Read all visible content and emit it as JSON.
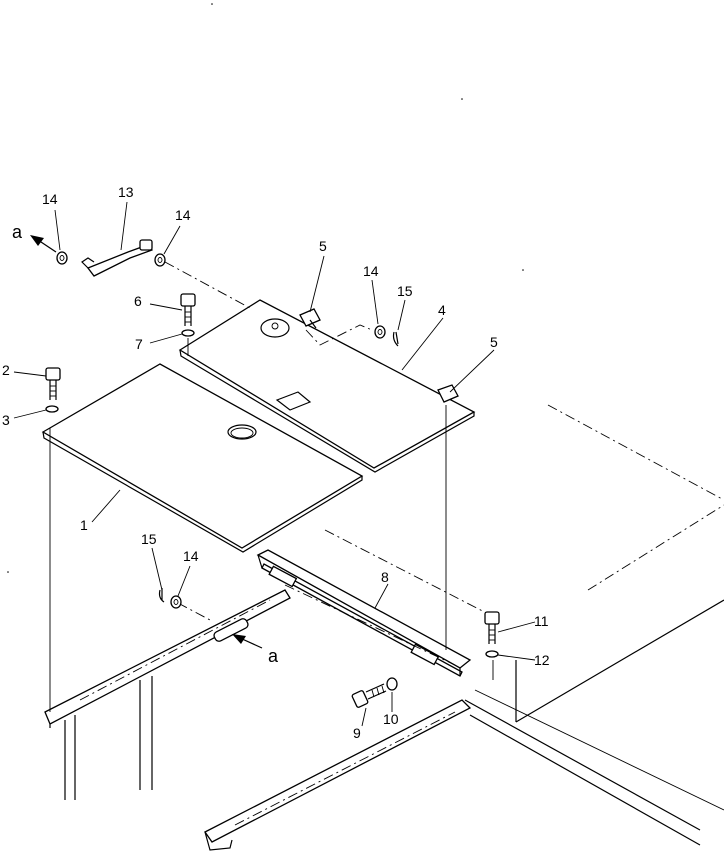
{
  "callouts": {
    "c1": "1",
    "c2": "2",
    "c3": "3",
    "c4": "4",
    "c5a": "5",
    "c5b": "5",
    "c6": "6",
    "c7": "7",
    "c8": "8",
    "c9": "9",
    "c10": "10",
    "c11": "11",
    "c12": "12",
    "c13": "13",
    "c14a": "14",
    "c14b": "14",
    "c14c": "14",
    "c14d": "14",
    "c15a": "15",
    "c15b": "15",
    "view_a_top": "a",
    "view_a_bottom": "a"
  }
}
